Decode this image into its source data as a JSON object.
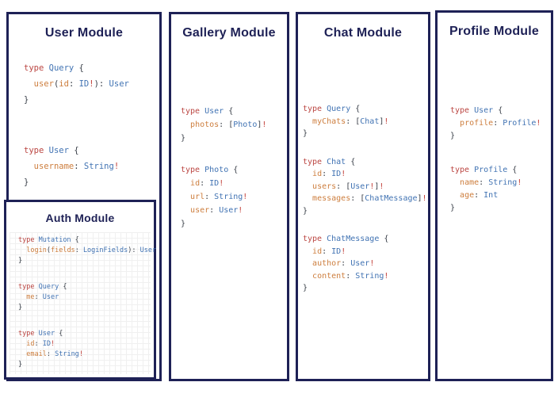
{
  "colors": {
    "navy": "#1e2156",
    "keyword": "#bb4642",
    "type": "#4173b3",
    "field": "#cd7e3e",
    "punct": "#3a4049",
    "bang": "#c3423b",
    "background": "#ffffff",
    "grid_line": "#ededed"
  },
  "modules": [
    {
      "id": "user",
      "title": "User Module",
      "blocks": [
        [
          [
            [
              "k",
              "type"
            ],
            [
              "p",
              " "
            ],
            [
              "t",
              "Query"
            ],
            [
              "p",
              " {"
            ]
          ],
          [
            [
              "p",
              "  "
            ],
            [
              "f",
              "user"
            ],
            [
              "p",
              "("
            ],
            [
              "f",
              "id"
            ],
            [
              "p",
              ": "
            ],
            [
              "t",
              "ID"
            ],
            [
              "b",
              "!"
            ],
            [
              "p",
              "): "
            ],
            [
              "t",
              "User"
            ]
          ],
          [
            [
              "p",
              "}"
            ]
          ]
        ],
        [
          [
            [
              "k",
              "type"
            ],
            [
              "p",
              " "
            ],
            [
              "t",
              "User"
            ],
            [
              "p",
              " {"
            ]
          ],
          [
            [
              "p",
              "  "
            ],
            [
              "f",
              "username"
            ],
            [
              "p",
              ": "
            ],
            [
              "t",
              "String"
            ],
            [
              "b",
              "!"
            ]
          ],
          [
            [
              "p",
              "}"
            ]
          ]
        ]
      ]
    },
    {
      "id": "auth",
      "title": "Auth Module",
      "blocks": [
        [
          [
            [
              "k",
              "type"
            ],
            [
              "p",
              " "
            ],
            [
              "t",
              "Mutation"
            ],
            [
              "p",
              " {"
            ]
          ],
          [
            [
              "p",
              "  "
            ],
            [
              "f",
              "login"
            ],
            [
              "p",
              "("
            ],
            [
              "f",
              "fields"
            ],
            [
              "p",
              ": "
            ],
            [
              "t",
              "LoginFields"
            ],
            [
              "p",
              "): "
            ],
            [
              "t",
              "User"
            ]
          ],
          [
            [
              "p",
              "}"
            ]
          ]
        ],
        [
          [
            [
              "k",
              "type"
            ],
            [
              "p",
              " "
            ],
            [
              "t",
              "Query"
            ],
            [
              "p",
              " {"
            ]
          ],
          [
            [
              "p",
              "  "
            ],
            [
              "f",
              "me"
            ],
            [
              "p",
              ": "
            ],
            [
              "t",
              "User"
            ]
          ],
          [
            [
              "p",
              "}"
            ]
          ]
        ],
        [
          [
            [
              "k",
              "type"
            ],
            [
              "p",
              " "
            ],
            [
              "t",
              "User"
            ],
            [
              "p",
              " {"
            ]
          ],
          [
            [
              "p",
              "  "
            ],
            [
              "f",
              "id"
            ],
            [
              "p",
              ": "
            ],
            [
              "t",
              "ID"
            ],
            [
              "b",
              "!"
            ]
          ],
          [
            [
              "p",
              "  "
            ],
            [
              "f",
              "email"
            ],
            [
              "p",
              ": "
            ],
            [
              "t",
              "String"
            ],
            [
              "b",
              "!"
            ]
          ],
          [
            [
              "p",
              "}"
            ]
          ]
        ]
      ]
    },
    {
      "id": "gallery",
      "title": "Gallery Module",
      "blocks": [
        [
          [
            [
              "k",
              "type"
            ],
            [
              "p",
              " "
            ],
            [
              "t",
              "User"
            ],
            [
              "p",
              " {"
            ]
          ],
          [
            [
              "p",
              "  "
            ],
            [
              "f",
              "photos"
            ],
            [
              "p",
              ": ["
            ],
            [
              "t",
              "Photo"
            ],
            [
              "p",
              "]"
            ],
            [
              "b",
              "!"
            ]
          ],
          [
            [
              "p",
              "}"
            ]
          ]
        ],
        [
          [
            [
              "k",
              "type"
            ],
            [
              "p",
              " "
            ],
            [
              "t",
              "Photo"
            ],
            [
              "p",
              " {"
            ]
          ],
          [
            [
              "p",
              "  "
            ],
            [
              "f",
              "id"
            ],
            [
              "p",
              ": "
            ],
            [
              "t",
              "ID"
            ],
            [
              "b",
              "!"
            ]
          ],
          [
            [
              "p",
              "  "
            ],
            [
              "f",
              "url"
            ],
            [
              "p",
              ": "
            ],
            [
              "t",
              "String"
            ],
            [
              "b",
              "!"
            ]
          ],
          [
            [
              "p",
              "  "
            ],
            [
              "f",
              "user"
            ],
            [
              "p",
              ": "
            ],
            [
              "t",
              "User"
            ],
            [
              "b",
              "!"
            ]
          ],
          [
            [
              "p",
              "}"
            ]
          ]
        ]
      ]
    },
    {
      "id": "chat",
      "title": "Chat Module",
      "blocks": [
        [
          [
            [
              "k",
              "type"
            ],
            [
              "p",
              " "
            ],
            [
              "t",
              "Query"
            ],
            [
              "p",
              " {"
            ]
          ],
          [
            [
              "p",
              "  "
            ],
            [
              "f",
              "myChats"
            ],
            [
              "p",
              ": ["
            ],
            [
              "t",
              "Chat"
            ],
            [
              "p",
              "]"
            ],
            [
              "b",
              "!"
            ]
          ],
          [
            [
              "p",
              "}"
            ]
          ]
        ],
        [
          [
            [
              "k",
              "type"
            ],
            [
              "p",
              " "
            ],
            [
              "t",
              "Chat"
            ],
            [
              "p",
              " {"
            ]
          ],
          [
            [
              "p",
              "  "
            ],
            [
              "f",
              "id"
            ],
            [
              "p",
              ": "
            ],
            [
              "t",
              "ID"
            ],
            [
              "b",
              "!"
            ]
          ],
          [
            [
              "p",
              "  "
            ],
            [
              "f",
              "users"
            ],
            [
              "p",
              ": ["
            ],
            [
              "t",
              "User"
            ],
            [
              "b",
              "!"
            ],
            [
              "p",
              "]"
            ],
            [
              "b",
              "!"
            ]
          ],
          [
            [
              "p",
              "  "
            ],
            [
              "f",
              "messages"
            ],
            [
              "p",
              ": ["
            ],
            [
              "t",
              "ChatMessage"
            ],
            [
              "p",
              "]"
            ],
            [
              "b",
              "!"
            ]
          ],
          [
            [
              "p",
              "}"
            ]
          ]
        ],
        [
          [
            [
              "k",
              "type"
            ],
            [
              "p",
              " "
            ],
            [
              "t",
              "ChatMessage"
            ],
            [
              "p",
              " {"
            ]
          ],
          [
            [
              "p",
              "  "
            ],
            [
              "f",
              "id"
            ],
            [
              "p",
              ": "
            ],
            [
              "t",
              "ID"
            ],
            [
              "b",
              "!"
            ]
          ],
          [
            [
              "p",
              "  "
            ],
            [
              "f",
              "author"
            ],
            [
              "p",
              ": "
            ],
            [
              "t",
              "User"
            ],
            [
              "b",
              "!"
            ]
          ],
          [
            [
              "p",
              "  "
            ],
            [
              "f",
              "content"
            ],
            [
              "p",
              ": "
            ],
            [
              "t",
              "String"
            ],
            [
              "b",
              "!"
            ]
          ],
          [
            [
              "p",
              "}"
            ]
          ]
        ]
      ]
    },
    {
      "id": "profile",
      "title": "Profile Module",
      "blocks": [
        [
          [
            [
              "k",
              "type"
            ],
            [
              "p",
              " "
            ],
            [
              "t",
              "User"
            ],
            [
              "p",
              " {"
            ]
          ],
          [
            [
              "p",
              "  "
            ],
            [
              "f",
              "profile"
            ],
            [
              "p",
              ": "
            ],
            [
              "t",
              "Profile"
            ],
            [
              "b",
              "!"
            ]
          ],
          [
            [
              "p",
              "}"
            ]
          ]
        ],
        [
          [
            [
              "k",
              "type"
            ],
            [
              "p",
              " "
            ],
            [
              "t",
              "Profile"
            ],
            [
              "p",
              " {"
            ]
          ],
          [
            [
              "p",
              "  "
            ],
            [
              "f",
              "name"
            ],
            [
              "p",
              ": "
            ],
            [
              "t",
              "String"
            ],
            [
              "b",
              "!"
            ]
          ],
          [
            [
              "p",
              "  "
            ],
            [
              "f",
              "age"
            ],
            [
              "p",
              ": "
            ],
            [
              "t",
              "Int"
            ]
          ],
          [
            [
              "p",
              "}"
            ]
          ]
        ]
      ]
    }
  ]
}
